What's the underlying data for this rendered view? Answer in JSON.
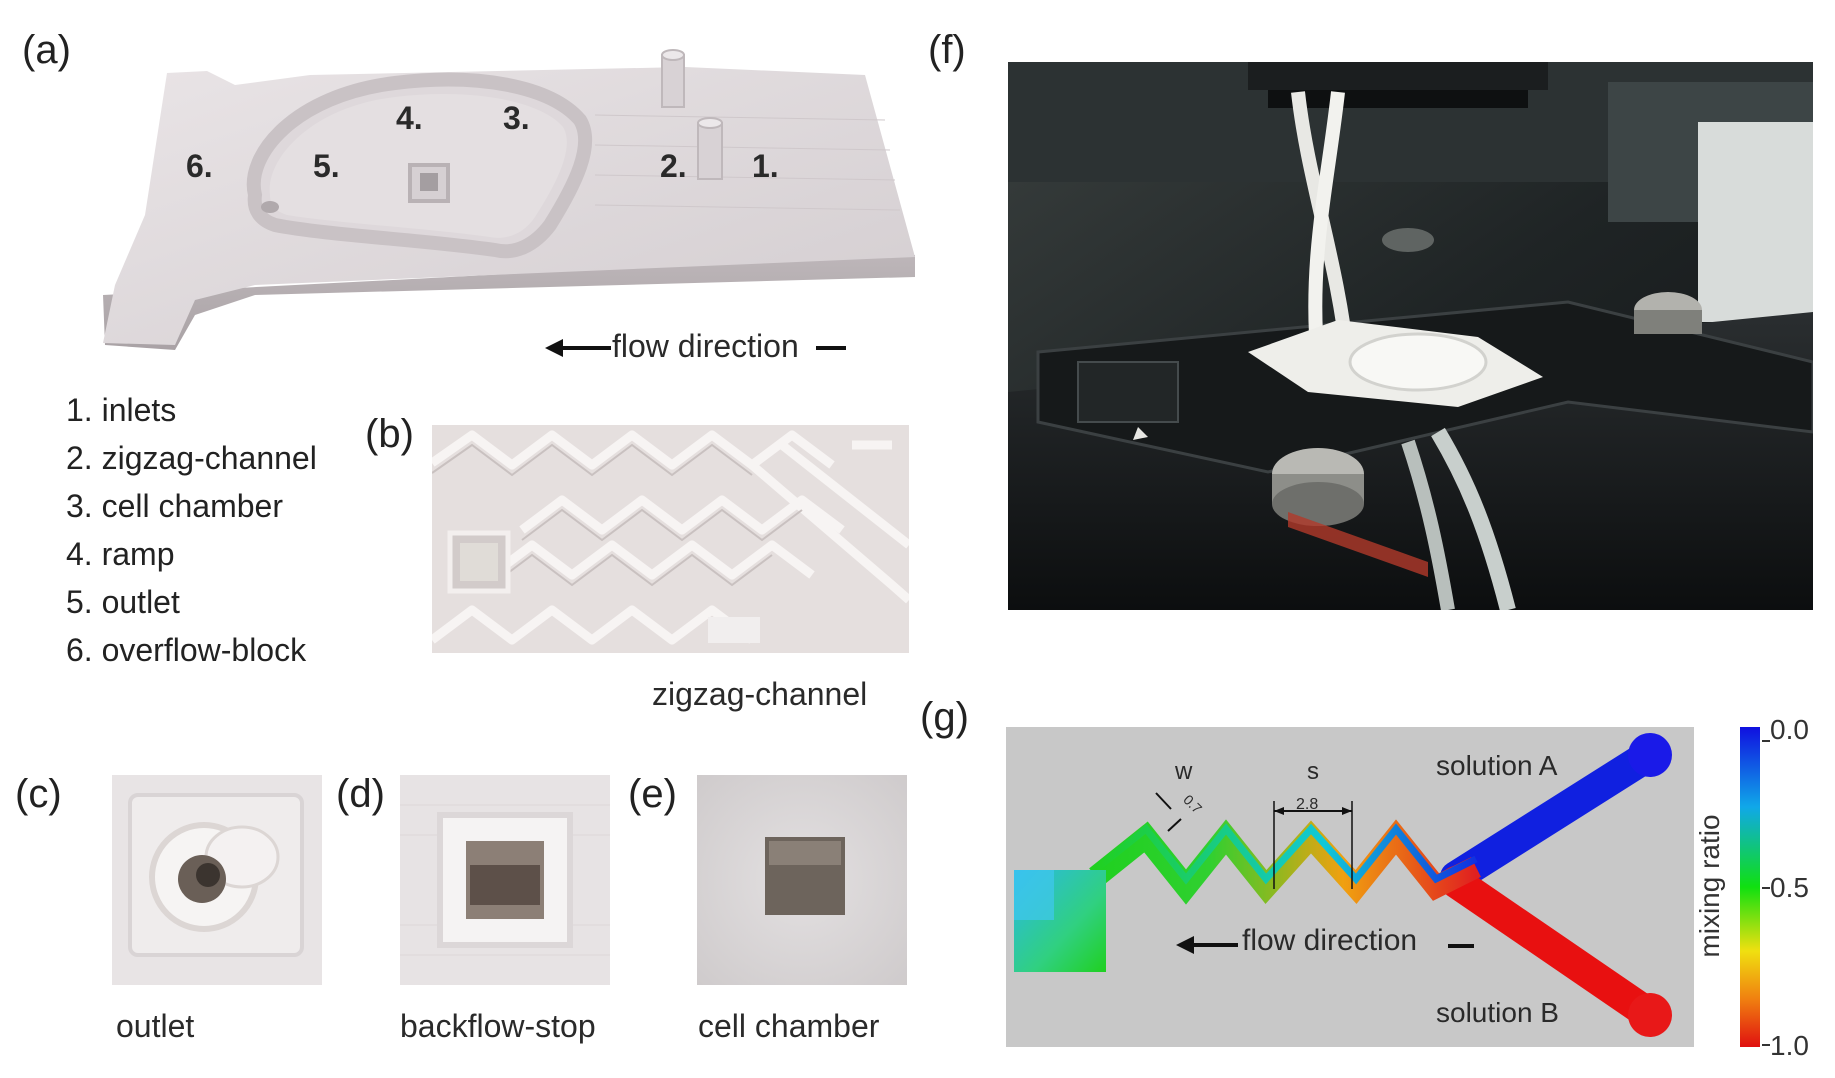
{
  "panels": {
    "a": "(a)",
    "b": "(b)",
    "c": "(c)",
    "d": "(d)",
    "e": "(e)",
    "f": "(f)",
    "g": "(g)"
  },
  "panel_a": {
    "numbers": [
      "1.",
      "2.",
      "3.",
      "4.",
      "5.",
      "6."
    ],
    "flow_label": "flow direction",
    "legend": [
      "1. inlets",
      "2. zigzag-channel",
      "3. cell chamber",
      "4. ramp",
      "5. outlet",
      "6. overflow-block"
    ]
  },
  "panel_b": {
    "caption": "zigzag-channel"
  },
  "panel_c": {
    "caption": "outlet"
  },
  "panel_d": {
    "caption": "backflow-stop"
  },
  "panel_e": {
    "caption": "cell chamber"
  },
  "panel_g": {
    "label_w": "w",
    "label_s": "s",
    "dim_w": "0.7",
    "dim_s": "2.8",
    "solution_a": "solution A",
    "solution_b": "solution B",
    "flow_label": "flow direction",
    "colorbar": {
      "title": "mixing ratio",
      "ticks": [
        "0.0",
        "0.5",
        "1.0"
      ],
      "top_color": "#1010e0",
      "mid_color": "#10e010",
      "bottom_color": "#e01010"
    }
  }
}
